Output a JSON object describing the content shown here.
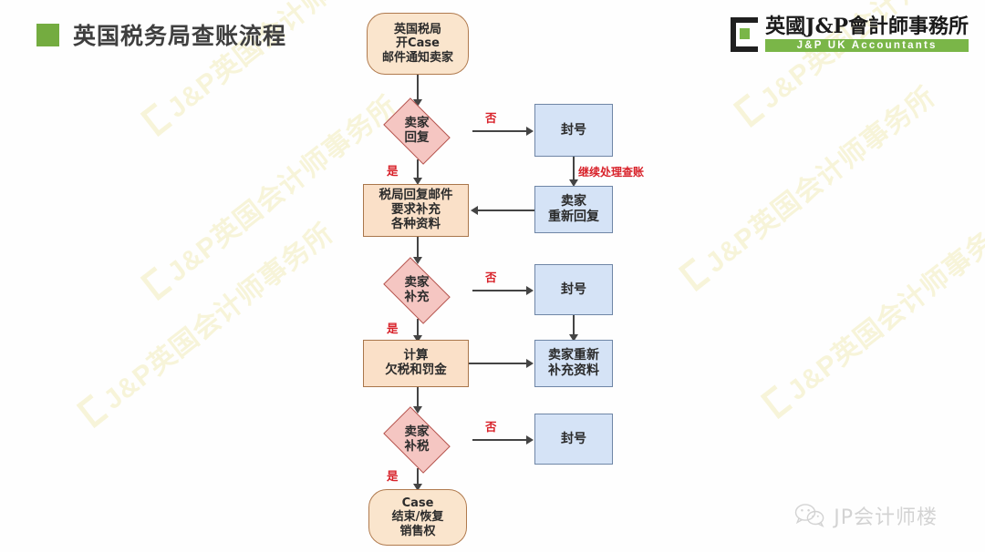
{
  "header": {
    "title": "英国税务局查账流程",
    "accent_color": "#74ac40"
  },
  "logo": {
    "cn_name": "英國J&P會計師事務所",
    "en_name": "J&P UK Accountants",
    "brand_green": "#7ab648"
  },
  "watermark": {
    "text": "J&P英国会计师事务所",
    "color": "#f7f4d8"
  },
  "footer": {
    "wechat_name": "JP会计师楼"
  },
  "colors": {
    "terminal_fill": "#fae5cd",
    "terminal_border": "#b07a4e",
    "process_tan_fill": "#fae0c8",
    "process_tan_border": "#a9764b",
    "process_blue_fill": "#d5e3f6",
    "process_blue_border": "#6f86a6",
    "decision_fill": "#f5c6c2",
    "decision_border": "#b5544e",
    "connector": "#444444",
    "edge_label": "#d8222a"
  },
  "flow": {
    "nodes": [
      {
        "id": "start",
        "type": "terminal",
        "text": "英国税局\n开Case\n邮件通知卖家"
      },
      {
        "id": "dec_reply",
        "type": "decision",
        "text": "卖家\n回复"
      },
      {
        "id": "ban1",
        "type": "process_blue",
        "text": "封号"
      },
      {
        "id": "seller_re",
        "type": "process_blue",
        "text": "卖家\n重新回复"
      },
      {
        "id": "hmrc_mail",
        "type": "process_tan",
        "text": "税局回复邮件\n要求补充\n各种资料"
      },
      {
        "id": "dec_supply",
        "type": "decision",
        "text": "卖家\n补充"
      },
      {
        "id": "ban2",
        "type": "process_blue",
        "text": "封号"
      },
      {
        "id": "seller_re2",
        "type": "process_blue",
        "text": "卖家重新\n补充资料"
      },
      {
        "id": "calc",
        "type": "process_tan",
        "text": "计算\n欠税和罚金"
      },
      {
        "id": "dec_paytax",
        "type": "decision",
        "text": "卖家\n补税"
      },
      {
        "id": "ban3",
        "type": "process_blue",
        "text": "封号"
      },
      {
        "id": "end",
        "type": "terminal",
        "text": "Case\n结束/恢复\n销售权"
      }
    ],
    "edge_labels": {
      "no_1": "否",
      "yes_1": "是",
      "no_2": "否",
      "yes_2": "是",
      "no_3": "否",
      "yes_3": "是"
    },
    "notes": {
      "continue_audit": "继续处理查账"
    }
  }
}
